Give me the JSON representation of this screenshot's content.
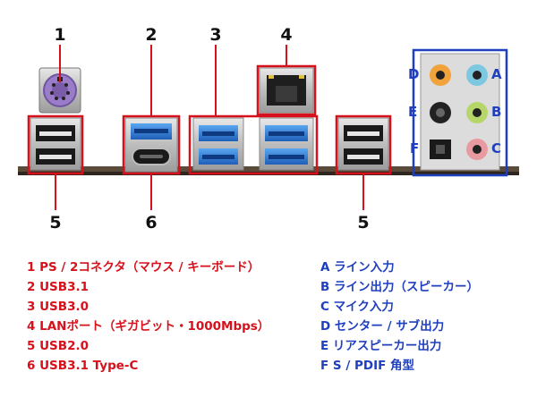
{
  "callouts": {
    "c1": "1",
    "c2": "2",
    "c3": "3",
    "c4": "4",
    "c5a": "5",
    "c6": "6",
    "c5b": "5"
  },
  "audio_labels": {
    "D": "D",
    "E": "E",
    "F": "F",
    "A": "A",
    "B": "B",
    "C": "C"
  },
  "legend_red": [
    "1 PS / 2コネクタ（マウス / キーボード）",
    "2 USB3.1",
    "3 USB3.0",
    "4 LANポート（ギガビット・1000Mbps）",
    "5 USB2.0",
    "6 USB3.1 Type-C"
  ],
  "legend_blue": [
    "A ライン入力",
    "B ライン出力（スピーカー）",
    "C マイク入力",
    "D センター / サブ出力",
    "E リアスピーカー出力",
    "F S / PDIF 角型"
  ],
  "colors": {
    "callout_red": "#d6111b",
    "callout_blue": "#1f3fbf",
    "usb3_blue": "#2f7fd8",
    "audio_orange": "#f2a23a",
    "audio_lightblue": "#7cc8e0",
    "audio_green": "#b6d66a",
    "audio_pink": "#e89aa0",
    "ps2_purple": "#9a7cc8"
  }
}
